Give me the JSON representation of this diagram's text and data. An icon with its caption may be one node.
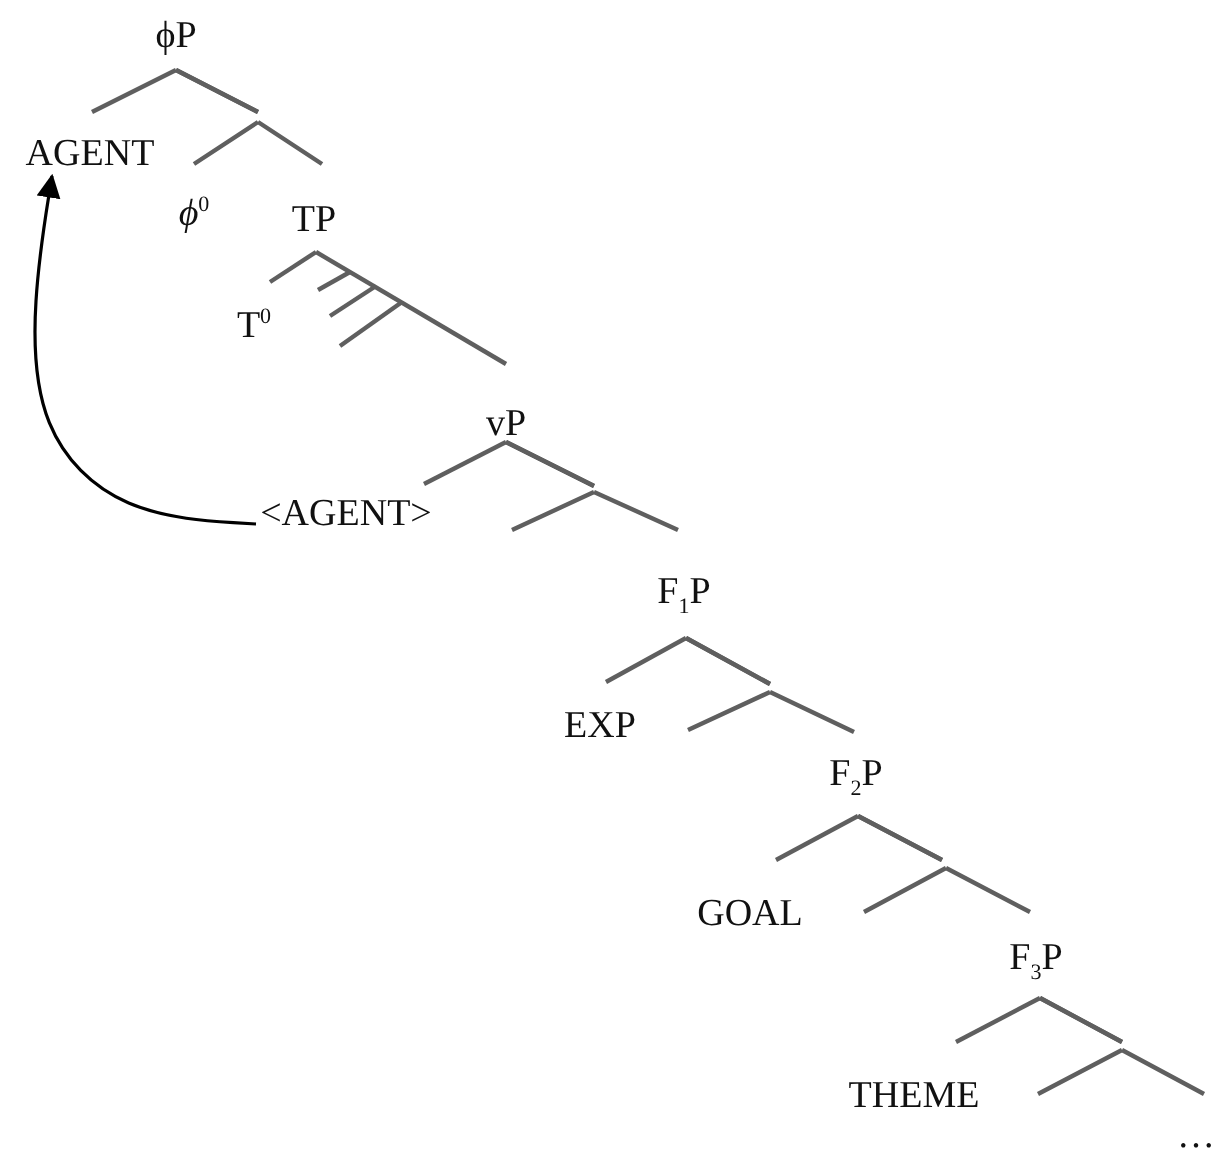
{
  "diagram": {
    "nodes": [
      {
        "text": [
          "ϕP"
        ]
      },
      {
        "text": [
          "AGENT"
        ]
      },
      {
        "text": [
          "*ϕ*$^{0}$"
        ]
      },
      {
        "text": [
          "TP"
        ]
      },
      {
        "text": [
          "T$^{0}$"
        ]
      },
      {
        "text": [
          "vP"
        ]
      },
      {
        "text": [
          "<AGENT>"
        ]
      },
      {
        "text": [
          "F$_{1}$P"
        ]
      },
      {
        "text": [
          "EXP"
        ]
      },
      {
        "text": [
          "F$_{2}$P"
        ]
      },
      {
        "text": [
          "GOAL"
        ]
      },
      {
        "text": [
          "F$_{3}$P"
        ]
      },
      {
        "text": [
          "THEME"
        ]
      },
      {
        "text": [
          "…"
        ]
      }
    ],
    "edges": [
      {
        "from": 0,
        "to": 1,
        "arrow": "none"
      },
      {
        "from": 0,
        "to": 2,
        "arrow": "none"
      },
      {
        "from": 0,
        "to": 3,
        "arrow": "none"
      },
      {
        "from": 3,
        "to": 4,
        "arrow": "none"
      },
      {
        "from": 3,
        "to": 5,
        "arrow": "none"
      },
      {
        "from": 5,
        "to": 6,
        "arrow": "none"
      },
      {
        "from": 5,
        "to": null,
        "arrow": "none"
      },
      {
        "from": 5,
        "to": 7,
        "arrow": "none"
      },
      {
        "from": 7,
        "to": 8,
        "arrow": "none"
      },
      {
        "from": 7,
        "to": null,
        "arrow": "none"
      },
      {
        "from": 7,
        "to": 9,
        "arrow": "none"
      },
      {
        "from": 9,
        "to": 10,
        "arrow": "none"
      },
      {
        "from": 9,
        "to": null,
        "arrow": "none"
      },
      {
        "from": 9,
        "to": 11,
        "arrow": "none"
      },
      {
        "from": 11,
        "to": 12,
        "arrow": "none"
      },
      {
        "from": 11,
        "to": null,
        "arrow": "none"
      },
      {
        "from": 11,
        "to": 13,
        "arrow": "none"
      },
      {
        "from": 6,
        "to": 1,
        "arrow": "to",
        "color": "#000000"
      }
    ]
  }
}
